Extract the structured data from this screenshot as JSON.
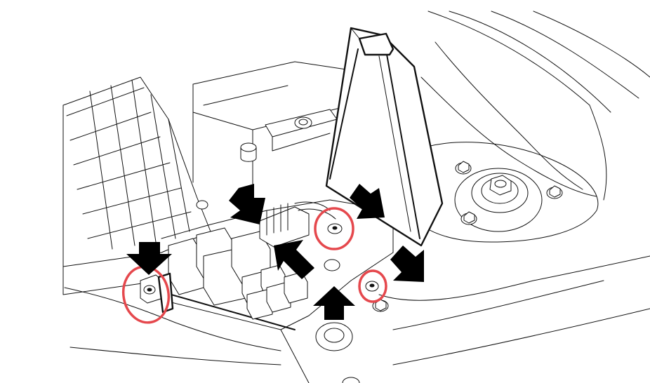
{
  "colors": {
    "line": "#111111",
    "background": "#ffffff",
    "arrow": "#000000",
    "circle_marker": "#e5484d"
  },
  "callouts": {
    "arrows": [
      {
        "id": "arrow-upper-left",
        "direction": "down-right"
      },
      {
        "id": "arrow-upper-right",
        "direction": "down-left"
      },
      {
        "id": "arrow-left",
        "direction": "down"
      },
      {
        "id": "arrow-center",
        "direction": "up-left"
      },
      {
        "id": "arrow-right",
        "direction": "down-left"
      },
      {
        "id": "arrow-bottom",
        "direction": "up"
      }
    ],
    "circles": [
      {
        "id": "circle-left-bolt"
      },
      {
        "id": "circle-center-bolt"
      },
      {
        "id": "circle-right-bolt"
      }
    ]
  }
}
